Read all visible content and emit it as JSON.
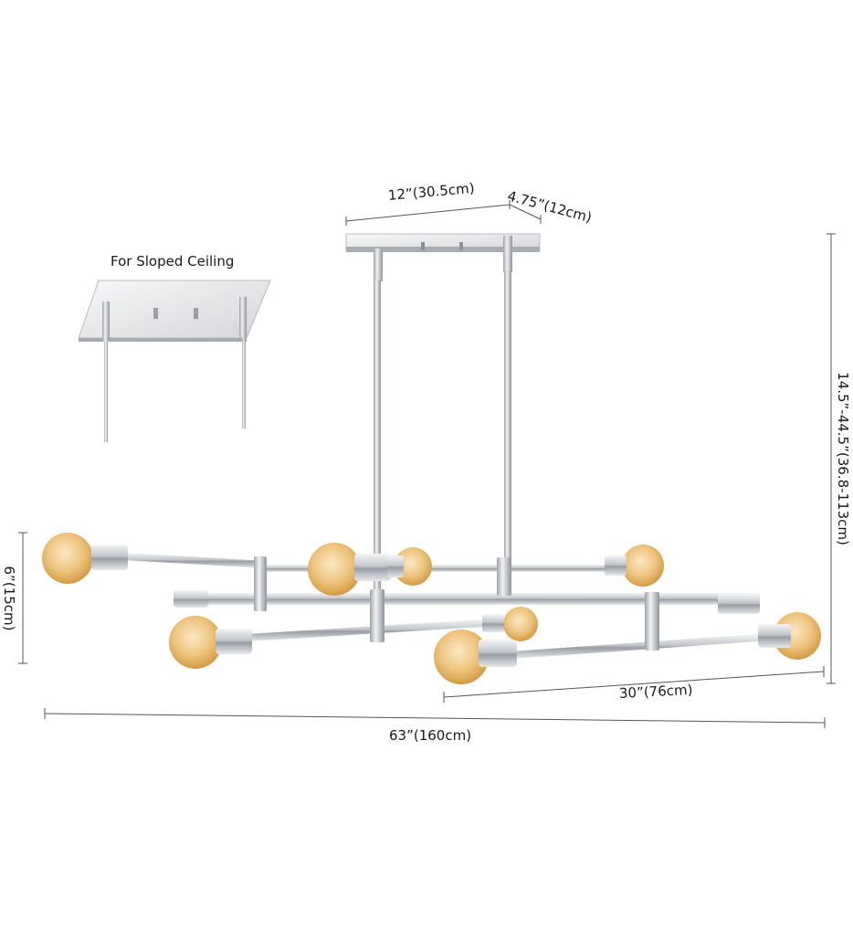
{
  "figure": {
    "inset_caption": "For Sloped Ceiling",
    "dimensions": {
      "canopy_length": "12”(30.5cm)",
      "canopy_width": "4.75”(12cm)",
      "height_range": "14.5”-44.5”(36.8-113cm)",
      "fixture_height": "6”(15cm)",
      "depth": "30”(76cm)",
      "overall_length": "63”(160cm)"
    },
    "colors": {
      "chrome": "#c9ccd0",
      "chrome_dark": "#8d9197",
      "bulb": "#e9b765",
      "bulb_glow": "#f6dba8",
      "line": "#555555"
    },
    "bulb_count": 8
  }
}
